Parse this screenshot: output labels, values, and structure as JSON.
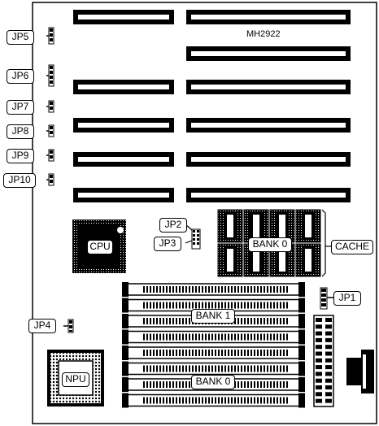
{
  "board": {
    "model": "MH2922",
    "labels": {
      "jp5": "JP5",
      "jp6": "JP6",
      "jp7": "JP7",
      "jp8": "JP8",
      "jp9": "JP9",
      "jp10": "JP10",
      "jp2": "JP2",
      "jp3": "JP3",
      "jp1": "JP1",
      "jp4": "JP4",
      "cpu": "CPU",
      "npu": "NPU",
      "bank0_cache": "BANK 0",
      "cache": "CACHE",
      "bank1_simm": "BANK 1",
      "bank0_simm": "BANK 0"
    }
  }
}
